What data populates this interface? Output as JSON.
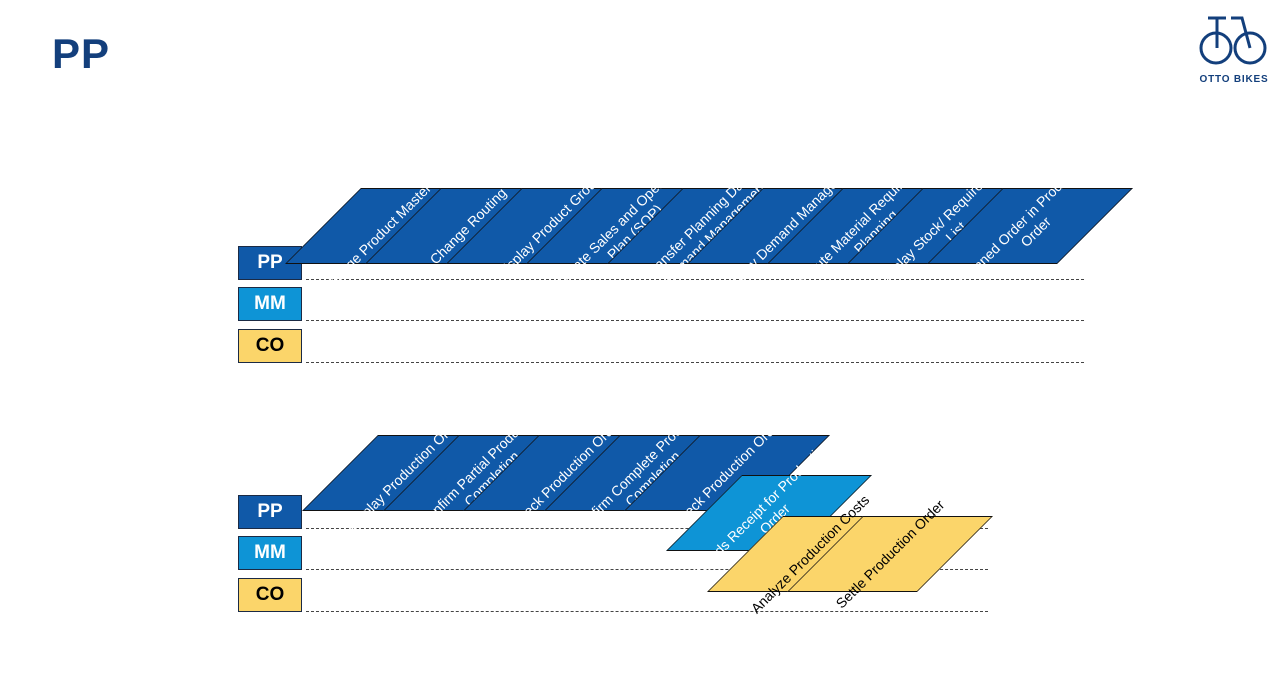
{
  "header": {
    "title": "PP"
  },
  "logo": {
    "text": "OTTO BIKES",
    "color": "#133f7c"
  },
  "lanes": {
    "pp": "PP",
    "mm": "MM",
    "co": "CO"
  },
  "colors": {
    "pp": "#1059a8",
    "mm": "#0e94d6",
    "co": "#fbd56a"
  },
  "process1": {
    "steps": [
      {
        "label": "Change Product Master Data",
        "module": "PP"
      },
      {
        "label": "Change Routing",
        "module": "PP"
      },
      {
        "label": "Display Product Group",
        "module": "PP"
      },
      {
        "label": "Create Sales and Operations Plan (SOP)",
        "module": "PP"
      },
      {
        "label": "Transfer Planning Data to Demand Management",
        "module": "PP"
      },
      {
        "label": "Display Demand Management",
        "module": "PP"
      },
      {
        "label": "Execute Material Requirements Planning",
        "module": "PP"
      },
      {
        "label": "Display Stock/ Requirements List",
        "module": "PP"
      },
      {
        "label": "Planned Order in Production Order",
        "module": "PP"
      }
    ]
  },
  "process2": {
    "steps": [
      {
        "label": "Display Production Order",
        "module": "PP"
      },
      {
        "label": "Confirm Partial Production Completion",
        "module": "PP"
      },
      {
        "label": "Check Production Order",
        "module": "PP"
      },
      {
        "label": "Confirm Complete Production Completion",
        "module": "PP"
      },
      {
        "label": "Check Production Order",
        "module": "PP"
      },
      {
        "label": "Goods Receipt for Production Order",
        "module": "MM"
      },
      {
        "label": "Analyze Production Costs",
        "module": "CO"
      },
      {
        "label": "Settle Production Order",
        "module": "CO"
      }
    ]
  }
}
